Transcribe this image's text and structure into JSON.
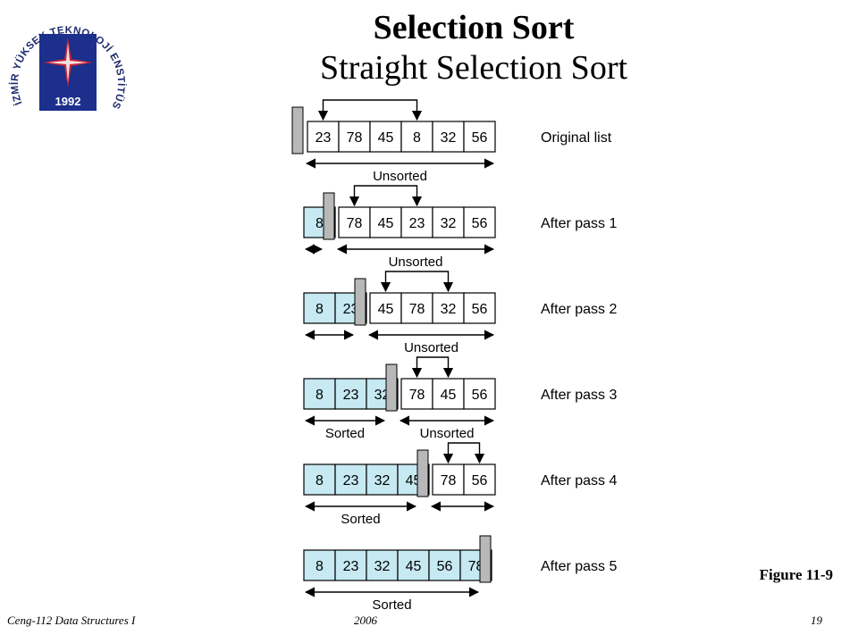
{
  "title": {
    "line1": "Selection Sort",
    "line2": "Straight Selection Sort"
  },
  "logo": {
    "arc_text": "İZMİR YÜKSEK TEKNOLOJİ ENSTİTÜSÜ",
    "year": "1992"
  },
  "rows": [
    {
      "values": [
        "23",
        "78",
        "45",
        "8",
        "32",
        "56"
      ],
      "sorted_count": 0,
      "label": "Original list",
      "swap": [
        0,
        3
      ],
      "sorted_label": "",
      "unsorted_label": "Unsorted"
    },
    {
      "values": [
        "8",
        "78",
        "45",
        "23",
        "32",
        "56"
      ],
      "sorted_count": 1,
      "label": "After pass 1",
      "swap": [
        1,
        3
      ],
      "sorted_label": "",
      "unsorted_label": "Unsorted"
    },
    {
      "values": [
        "8",
        "23",
        "45",
        "78",
        "32",
        "56"
      ],
      "sorted_count": 2,
      "label": "After pass 2",
      "swap": [
        2,
        4
      ],
      "sorted_label": "",
      "unsorted_label": "Unsorted"
    },
    {
      "values": [
        "8",
        "23",
        "32",
        "78",
        "45",
        "56"
      ],
      "sorted_count": 3,
      "label": "After pass 3",
      "swap": [
        3,
        4
      ],
      "sorted_label": "Sorted",
      "unsorted_label": "Unsorted"
    },
    {
      "values": [
        "8",
        "23",
        "32",
        "45",
        "78",
        "56"
      ],
      "sorted_count": 4,
      "label": "After pass 4",
      "swap": [
        4,
        5
      ],
      "sorted_label": "Sorted",
      "unsorted_label": ""
    },
    {
      "values": [
        "8",
        "23",
        "32",
        "45",
        "56",
        "78"
      ],
      "sorted_count": 6,
      "label": "After pass 5",
      "swap": null,
      "sorted_label": "Sorted",
      "unsorted_label": ""
    }
  ],
  "colors": {
    "sorted_fill": "#c6e9f2",
    "wall": "#b8b8b8",
    "border": "#000000"
  },
  "figure_label": "Figure 11-9",
  "footer": {
    "course": "Ceng-112 Data Structures I",
    "year": "2006",
    "page": "19"
  }
}
